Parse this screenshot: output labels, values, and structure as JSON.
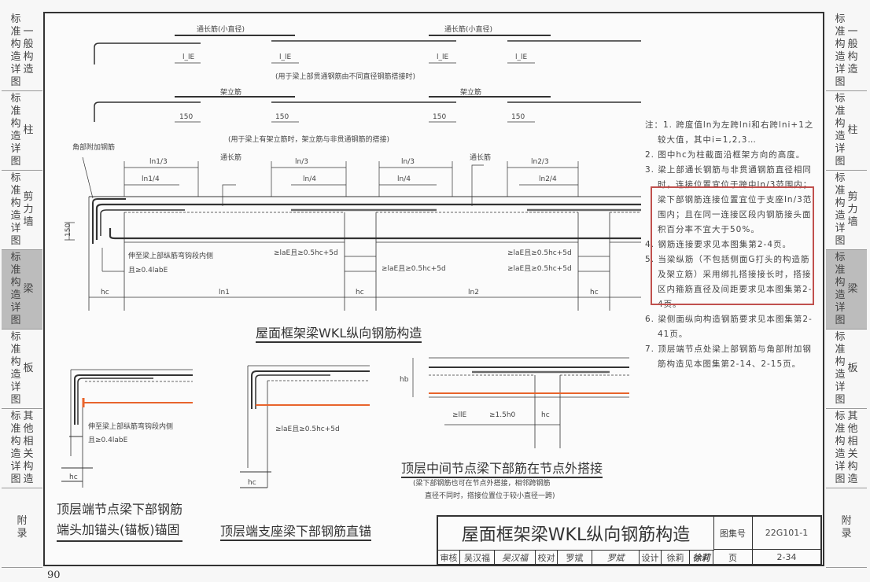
{
  "left_tabs": [
    {
      "a": "标准构造详图",
      "b": "一般构造",
      "active": false
    },
    {
      "a": "标准构造详图",
      "b": "柱",
      "active": false
    },
    {
      "a": "标准构造详图",
      "b": "剪力墙",
      "active": false
    },
    {
      "a": "标准构造详图",
      "b": "梁",
      "active": true
    },
    {
      "a": "标准构造详图",
      "b": "板",
      "active": false
    },
    {
      "a": "标准构造详图",
      "b": "其他相关构造",
      "active": false
    },
    {
      "a": "",
      "b": "附录",
      "active": false
    }
  ],
  "right_tabs": [
    {
      "a": "标准构造详图",
      "b": "一般构造",
      "active": false
    },
    {
      "a": "标准构造详图",
      "b": "柱",
      "active": false
    },
    {
      "a": "标准构造详图",
      "b": "剪力墙",
      "active": false
    },
    {
      "a": "标准构造详图",
      "b": "梁",
      "active": true
    },
    {
      "a": "标准构造详图",
      "b": "板",
      "active": false
    },
    {
      "a": "标准构造详图",
      "b": "其他相关构造",
      "active": false
    },
    {
      "a": "",
      "b": "附录",
      "active": false
    }
  ],
  "detail1": {
    "bar_label": "通长筋(小直径)",
    "dim": "l_lE",
    "caption": "(用于梁上部贯通钢筋由不同直径钢筋搭接时)"
  },
  "detail2": {
    "bar_label": "架立筋",
    "dim": "150",
    "caption": "(用于梁上有架立筋时，架立筋与非贯通钢筋的搭接)"
  },
  "main": {
    "corner_bar": "角部附加钢筋",
    "through_bar": "通长筋",
    "ln1_3": "ln1/3",
    "ln1_4": "ln1/4",
    "ln_3": "ln/3",
    "ln_4": "ln/4",
    "ln2_3": "ln2/3",
    "ln2_4": "ln2/4",
    "h150": "150",
    "anchor_note_1": "伸至梁上部纵筋弯钩段内侧",
    "anchor_note_2": "且≥0.4labE",
    "lap": "≥laE且≥0.5hc+5d",
    "hc": "hc",
    "ln1": "ln1",
    "ln2": "ln2",
    "title": "屋面框架梁WKL纵向钢筋构造"
  },
  "bottom": {
    "d1_note_1": "伸至梁上部纵筋弯钩段内侧",
    "d1_note_2": "且≥0.4labE",
    "d1_hc": "hc",
    "d1_title_1": "顶层端节点梁下部钢筋",
    "d1_title_2": "端头加锚头(锚板)锚固",
    "d2_note": "≥laE且≥0.5hc+5d",
    "d2_hc": "hc",
    "d2_title": "顶层端支座梁下部钢筋直锚",
    "d3_hb": "hb",
    "d3_l1": "≥llE",
    "d3_l2": "≥1.5h0",
    "d3_hc": "hc",
    "d3_title": "顶层中间节点梁下部筋在节点外搭接",
    "d3_caption_1": "(梁下部钢筋也可在节点外搭接，相邻跨钢筋",
    "d3_caption_2": "直径不同时，搭接位置位于较小直径一跨)"
  },
  "notes": [
    "注：1. 跨度值ln为左跨lni和右跨lni+1之较大值，其中i=1,2,3…",
    "2. 图中hc为柱截面沿框架方向的高度。",
    "3. 梁上部通长钢筋与非贯通钢筋直径相同时，连接位置宜位于跨中ln/3范围内；梁下部钢筋连接位置宜位于支座ln/3范围内；且在同一连接区段内钢筋接头面积百分率不宜大于50%。",
    "4. 钢筋连接要求见本图集第2-4页。",
    "5. 当梁纵筋（不包括侧面G打头的构造筋及架立筋）采用绑扎搭接接长时，搭接区内箍筋直径及间距要求见本图集第2-4页。",
    "6. 梁侧面纵向构造钢筋要求见本图集第2-41页。",
    "7. 顶层端节点处梁上部钢筋与角部附加钢筋构造见本图集第2-14、2-15页。"
  ],
  "title_block": {
    "title": "屋面框架梁WKL纵向钢筋构造",
    "atlas_label": "图集号",
    "atlas_no": "22G101-1",
    "review_label": "审核",
    "reviewer": "吴汉福",
    "reviewer_sig": "吴汉福",
    "check_label": "校对",
    "checker": "罗斌",
    "checker_sig": "罗斌",
    "design_label": "设计",
    "designer": "徐莉",
    "designer_sig": "徐莉",
    "page_label": "页",
    "page_no": "2-34"
  },
  "page_number": "90",
  "colors": {
    "highlight": "#c0504d",
    "rebar_red": "#e8642c",
    "tab_active": "#bcbcbc"
  }
}
